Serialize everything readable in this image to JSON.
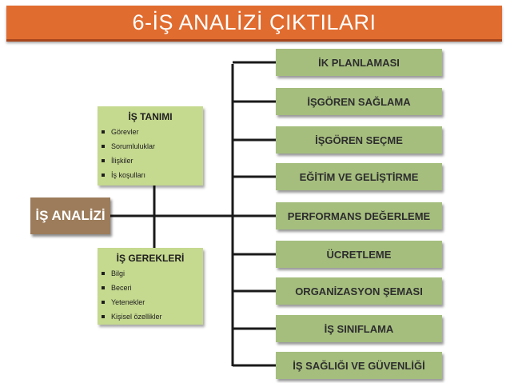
{
  "title": "6-İŞ ANALİZİ ÇIKTILARI",
  "main_node": "İŞ ANALİZİ",
  "job_description": {
    "heading": "İŞ TANIMI",
    "items": [
      "Görevler",
      "Sorumluluklar",
      "İlişkiler",
      "İş koşulları"
    ]
  },
  "job_requirements": {
    "heading": "İŞ GEREKLERİ",
    "items": [
      "Bilgi",
      "Beceri",
      "Yetenekler",
      "Kişisel özellikler"
    ]
  },
  "outputs": [
    "İK PLANLAMASI",
    "İŞGÖREN SAĞLAMA",
    "İŞGÖREN SEÇME",
    "EĞİTİM VE GELİŞTİRME",
    "PERFORMANS DEĞERLEME",
    "ÜCRETLEME",
    "ORGANİZASYON ŞEMASI",
    "İŞ SINIFLAMA",
    "İŞ SAĞLIĞI VE GÜVENLİĞİ"
  ],
  "colors": {
    "title_bg": "#e16c2f",
    "output_box": "#a5be7e",
    "main_box": "#9c7c5b",
    "info_box": "#c5d98f",
    "connector": "#1a1a1a"
  }
}
